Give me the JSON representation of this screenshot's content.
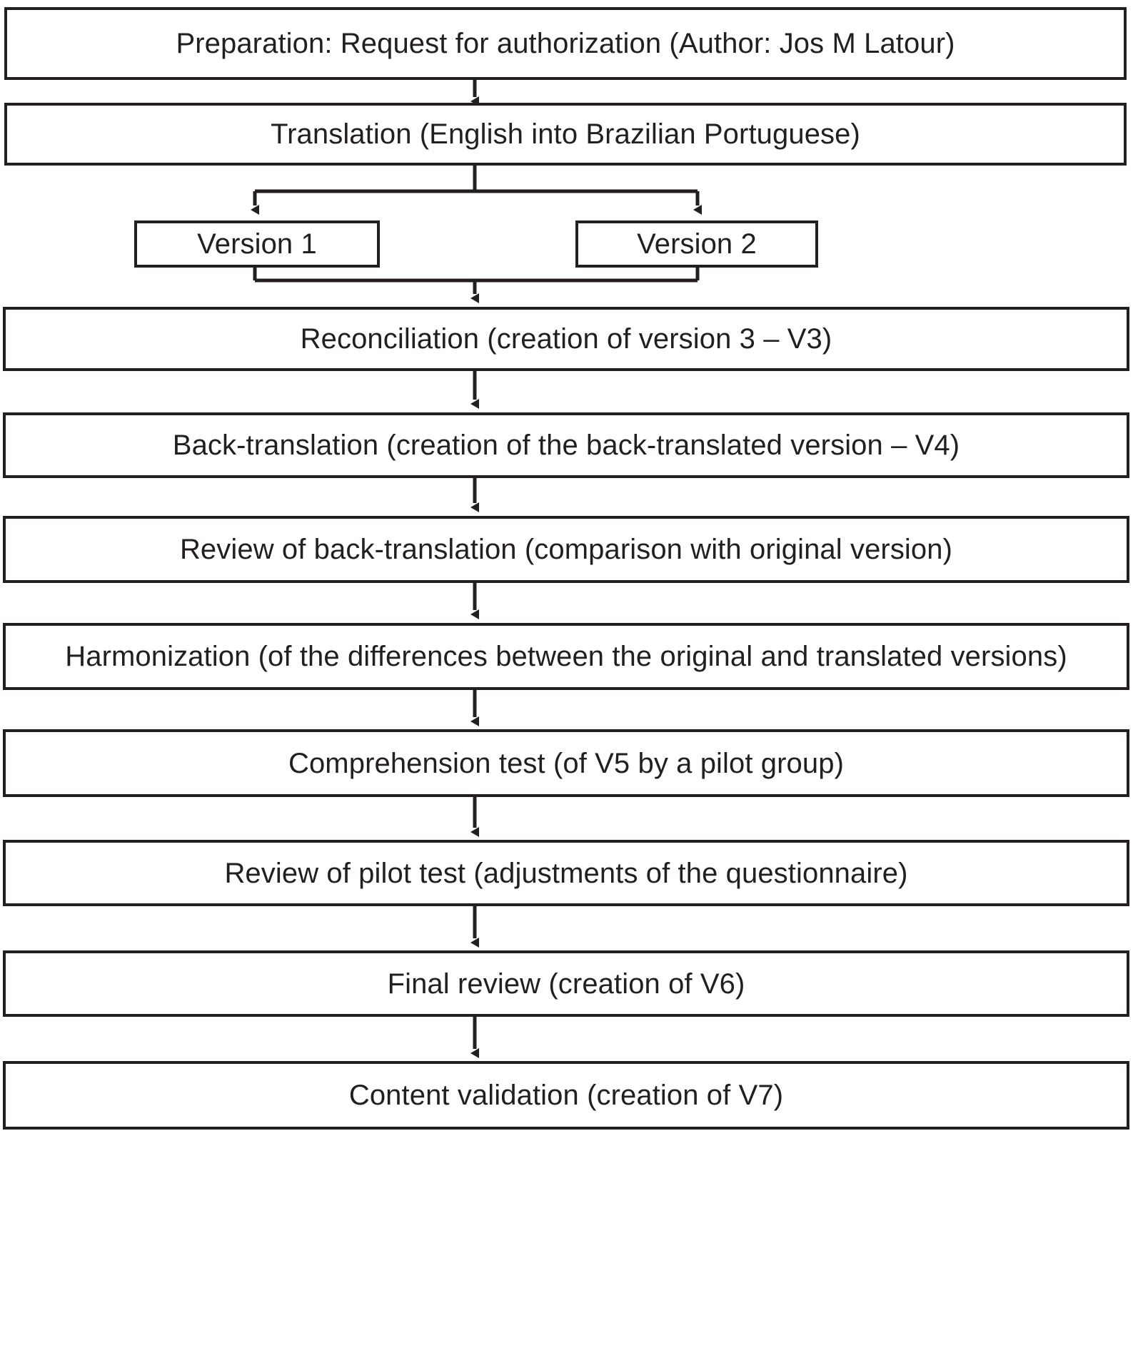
{
  "diagram": {
    "title": "Translation and cross-cultural adaptation process flowchart",
    "background_color": "#ffffff",
    "line_color": "#231f20",
    "box_border_color": "#231f20",
    "text_color": "#231f20",
    "nodes": [
      {
        "id": "preparation",
        "label": "Preparation: Request for authorization (Author: Jos M Latour)"
      },
      {
        "id": "translation",
        "label": "Translation (English into Brazilian Portuguese)"
      },
      {
        "id": "version1",
        "label": "Version 1"
      },
      {
        "id": "version2",
        "label": "Version 2"
      },
      {
        "id": "reconciliation",
        "label": "Reconciliation (creation of version 3 – V3)"
      },
      {
        "id": "back-translation",
        "label": "Back-translation (creation of the back-translated version – V4)"
      },
      {
        "id": "review-back-translation",
        "label": "Review of back-translation (comparison with original version)"
      },
      {
        "id": "harmonization",
        "label": "Harmonization (of the differences between the original and translated versions)"
      },
      {
        "id": "comprehension-test",
        "label": "Comprehension test (of V5 by a pilot group)"
      },
      {
        "id": "review-pilot-test",
        "label": "Review of pilot test (adjustments of the questionnaire)"
      },
      {
        "id": "final-review",
        "label": "Final review (creation of V6)"
      },
      {
        "id": "content-validation",
        "label": "Content validation (creation of V7)"
      }
    ],
    "edges": [
      {
        "from": "preparation",
        "to": "translation"
      },
      {
        "from": "translation",
        "to": "version1"
      },
      {
        "from": "translation",
        "to": "version2"
      },
      {
        "from": "version1",
        "to": "reconciliation"
      },
      {
        "from": "version2",
        "to": "reconciliation"
      },
      {
        "from": "reconciliation",
        "to": "back-translation"
      },
      {
        "from": "back-translation",
        "to": "review-back-translation"
      },
      {
        "from": "review-back-translation",
        "to": "harmonization"
      },
      {
        "from": "harmonization",
        "to": "comprehension-test"
      },
      {
        "from": "comprehension-test",
        "to": "review-pilot-test"
      },
      {
        "from": "review-pilot-test",
        "to": "final-review"
      },
      {
        "from": "final-review",
        "to": "content-validation"
      }
    ]
  }
}
